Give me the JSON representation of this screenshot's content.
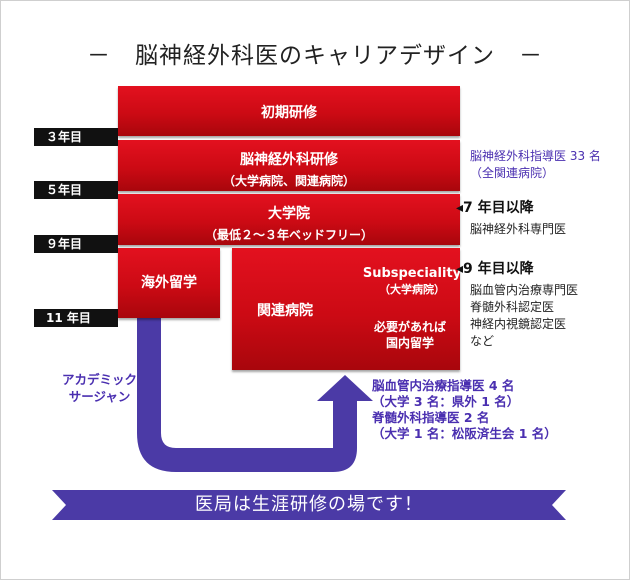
{
  "title": "－　脳神経外科医のキャリアデザイン　－",
  "boxes": {
    "initial": {
      "l1": "初期研修"
    },
    "neuro": {
      "l1": "脳神経外科研修",
      "l2": "（大学病院、関連病院）"
    },
    "grad": {
      "l1": "大学院",
      "l2": "（最低２～３年ベッドフリー）"
    },
    "abroad": {
      "l1": "海外留学"
    },
    "related": {
      "l1": "関連病院"
    },
    "subspec": {
      "l1": "Subspeciality",
      "l2": "（大学病院）"
    },
    "domestic": {
      "l1": "必要があれば",
      "l2": "国内留学"
    }
  },
  "years": [
    "３年目",
    "５年目",
    "９年目",
    "11 年目"
  ],
  "notes": {
    "instructors": {
      "line1": "脳神経外科指導医 33 名",
      "line2": "（全関連病院）"
    },
    "y7": {
      "head": "◂7 年目以降",
      "body": "脳神経外科専門医"
    },
    "y9": {
      "head": "◂9 年目以降",
      "lines": [
        "脳血管内治療専門医",
        "脊髄外科認定医",
        "神経内視鏡認定医",
        "など"
      ]
    },
    "academic": {
      "line1": "アカデミック",
      "line2": "サージャン"
    },
    "bottom": {
      "lines": [
        "脳血管内治療指導医 4 名",
        "（大学 3 名：県外 1 名）",
        "脊髄外科指導医 2 名",
        "（大学 1 名：松阪済生会 1 名）"
      ]
    }
  },
  "banner": "医局は生涯研修の場です！",
  "colors": {
    "red": "#d40d18",
    "purple": "#4a2fb0",
    "banner": "#4b3aa6",
    "black": "#111111"
  }
}
